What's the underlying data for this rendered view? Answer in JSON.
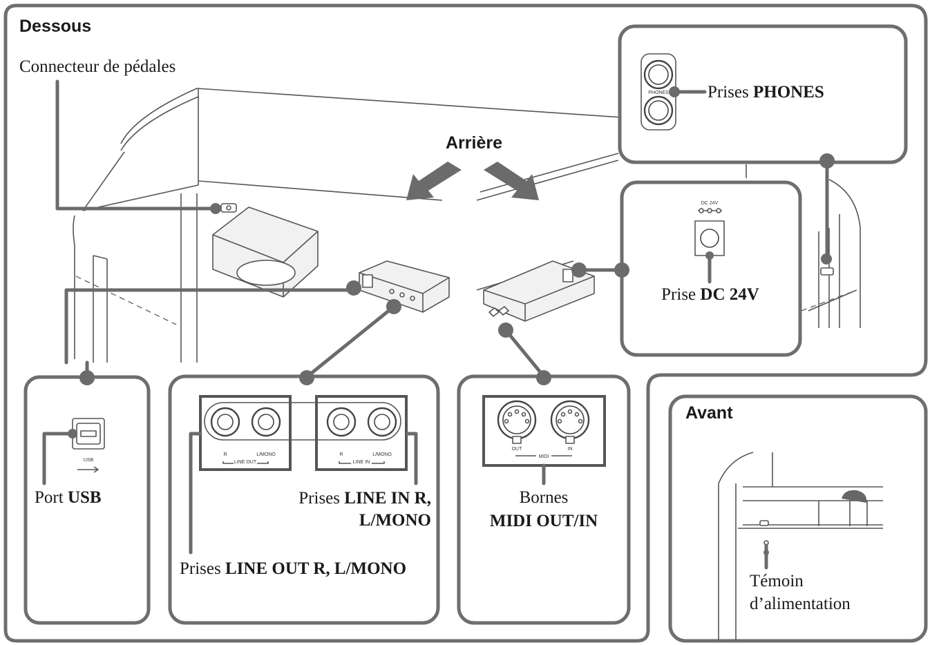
{
  "sections": {
    "bottom": "Dessous",
    "rear": "Arrière",
    "front": "Avant"
  },
  "labels": {
    "pedal": "Connecteur de pédales",
    "phones_pre": "Prises ",
    "phones_bold": "PHONES",
    "dc_pre": "Prise ",
    "dc_bold": "DC 24V",
    "usb_pre": "Port ",
    "usb_bold": "USB",
    "linein_pre": "Prises ",
    "linein_bold1": "LINE IN R,",
    "linein_bold2": "L/MONO",
    "lineout_pre": "Prises ",
    "lineout_bold": "LINE OUT R, L/MONO",
    "midi_line1": "Bornes",
    "midi_line2": "MIDI OUT/IN",
    "power_line1": "Témoin",
    "power_line2": "d’alimentation"
  },
  "panel_text": {
    "phones": "PHONES",
    "dc": "DC 24V",
    "usb": "USB",
    "r": "R",
    "lmono": "L/MONO",
    "line_out": "LINE OUT",
    "line_in": "LINE IN",
    "midi_out": "OUT",
    "midi_in": "IN",
    "midi": "MIDI"
  }
}
